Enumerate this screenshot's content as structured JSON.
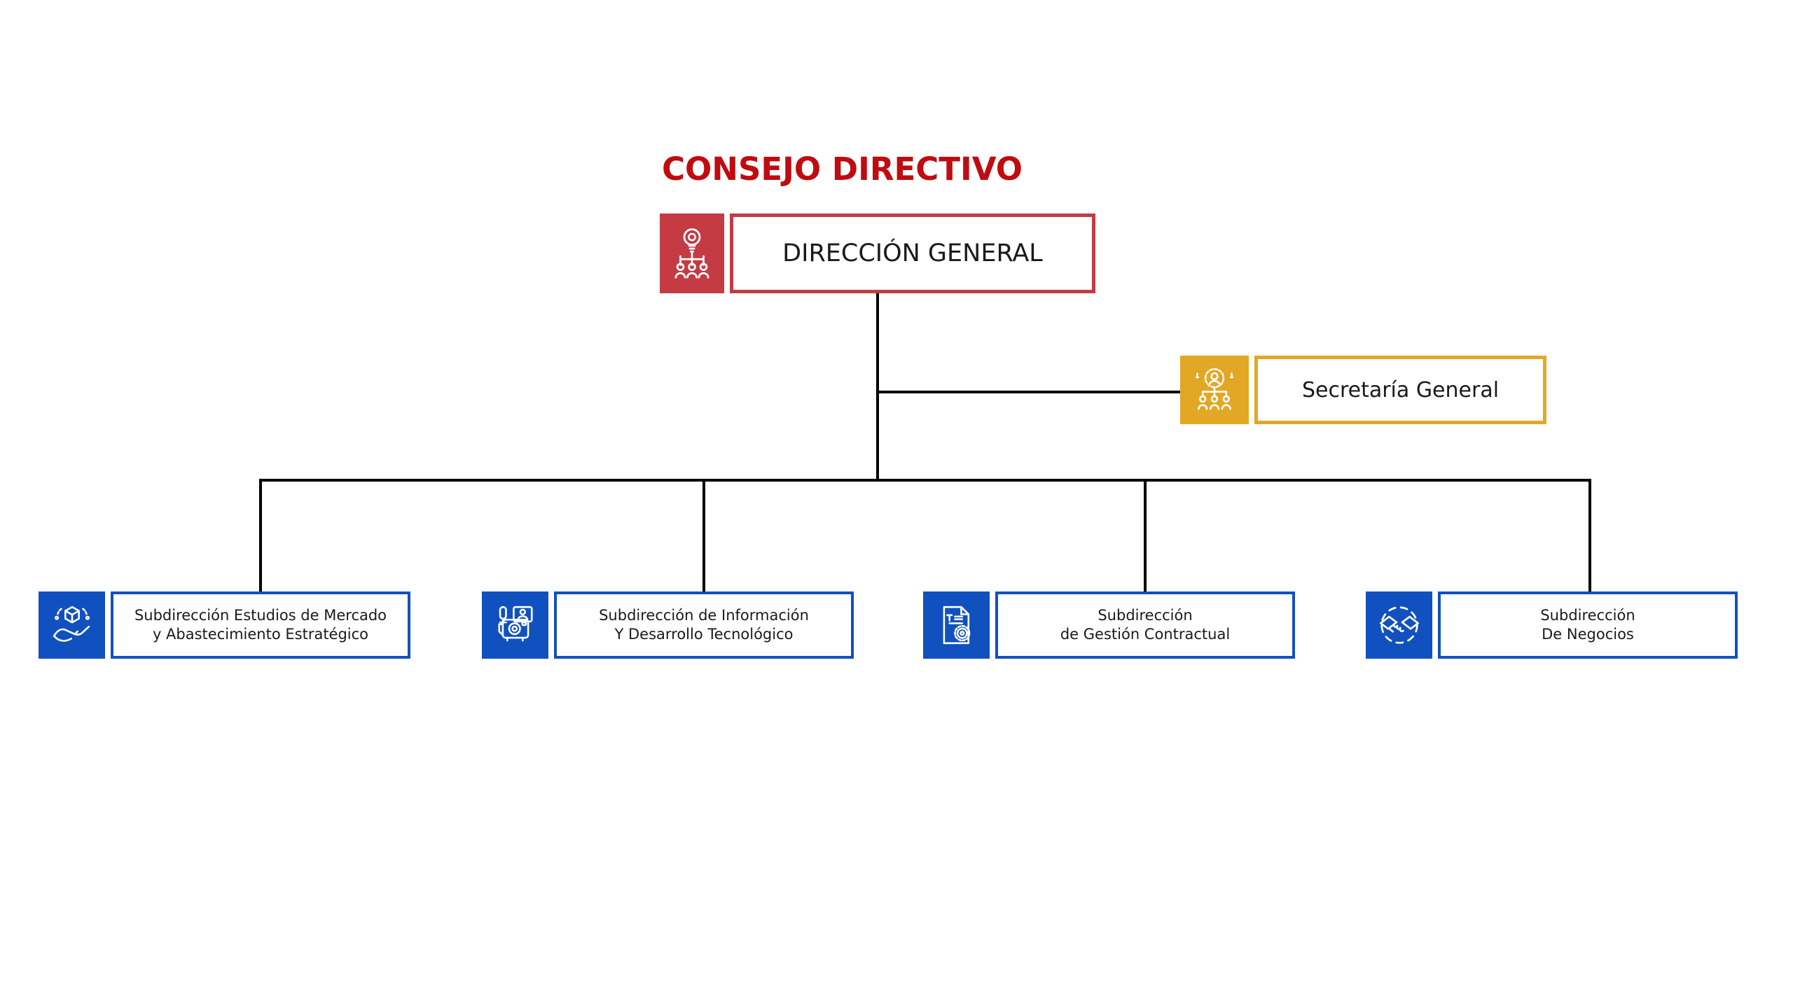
{
  "title": {
    "text": "CONSEJO DIRECTIVO",
    "color": "#C00B10"
  },
  "palette": {
    "root_red": "#C43B44",
    "secretaria_gold": "#E3A726",
    "child_blue": "#1151BF",
    "connector_black": "#000000",
    "background": "#FFFFFF",
    "label_text": "#1A1A1A"
  },
  "nodes": {
    "direccion_general": {
      "label": "DIRECCIÓN GENERAL",
      "icon": "idea-team-icon",
      "accent": "#C43B44"
    },
    "secretaria_general": {
      "label": "Secretaría General",
      "icon": "gear-person-team-icon",
      "accent": "#E3A726"
    },
    "sub_mercado": {
      "line1": "Subdirección Estudios de Mercado",
      "line2": "y Abastecimiento Estratégico",
      "icon": "hand-box-icon",
      "accent": "#1151BF"
    },
    "sub_informacion": {
      "line1": "Subdirección de Información",
      "line2": "Y Desarrollo Tecnológico",
      "icon": "multimedia-icon",
      "accent": "#1151BF"
    },
    "sub_gestion": {
      "line1": "Subdirección",
      "line2": "de Gestión Contractual",
      "icon": "document-gear-icon",
      "accent": "#1151BF"
    },
    "sub_negocios": {
      "line1": "Subdirección",
      "line2": "De Negocios",
      "icon": "handshake-icon",
      "accent": "#1151BF"
    }
  }
}
